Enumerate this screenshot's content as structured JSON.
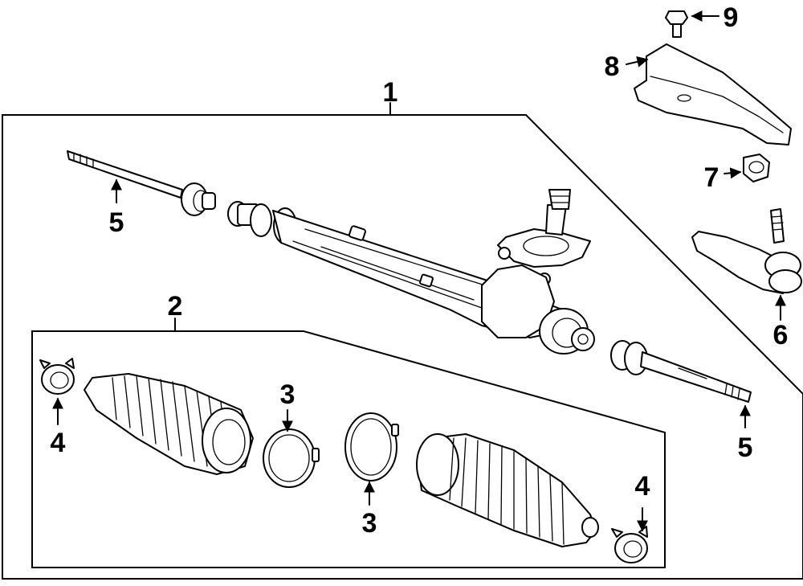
{
  "callouts": [
    {
      "id": "c1",
      "label": "1"
    },
    {
      "id": "c2",
      "label": "2"
    },
    {
      "id": "c3a",
      "label": "3"
    },
    {
      "id": "c3b",
      "label": "3"
    },
    {
      "id": "c4a",
      "label": "4"
    },
    {
      "id": "c4b",
      "label": "4"
    },
    {
      "id": "c5a",
      "label": "5"
    },
    {
      "id": "c5b",
      "label": "5"
    },
    {
      "id": "c6",
      "label": "6"
    },
    {
      "id": "c7",
      "label": "7"
    },
    {
      "id": "c8",
      "label": "8"
    },
    {
      "id": "c9",
      "label": "9"
    }
  ]
}
